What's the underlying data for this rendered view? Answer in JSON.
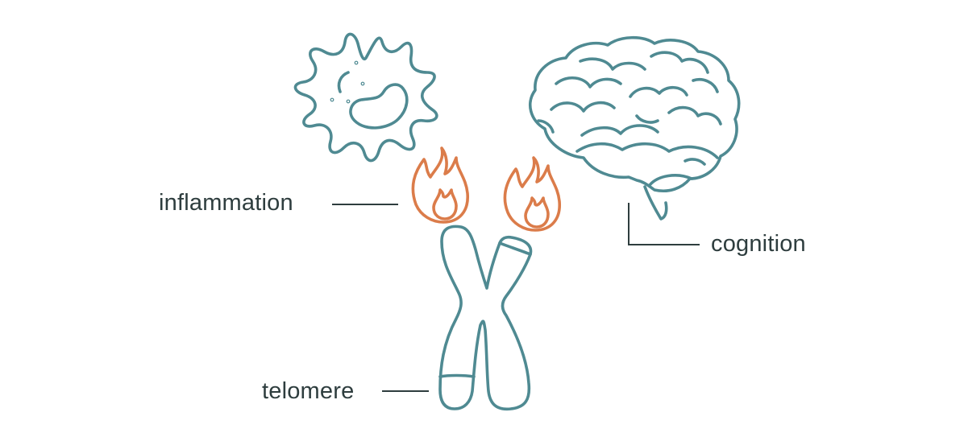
{
  "labels": {
    "inflammation": "inflammation",
    "cognition": "cognition",
    "telomere": "telomere"
  },
  "colors": {
    "line": "#4f8a92",
    "flame": "#db7c4a",
    "text": "#2e3d3e",
    "leader": "#2e3d3e",
    "background": "#ffffff"
  },
  "icons": {
    "cell": "immune-cell-icon",
    "brain": "brain-icon",
    "flames": "flame-icon",
    "chromosome": "chromosome-icon"
  }
}
